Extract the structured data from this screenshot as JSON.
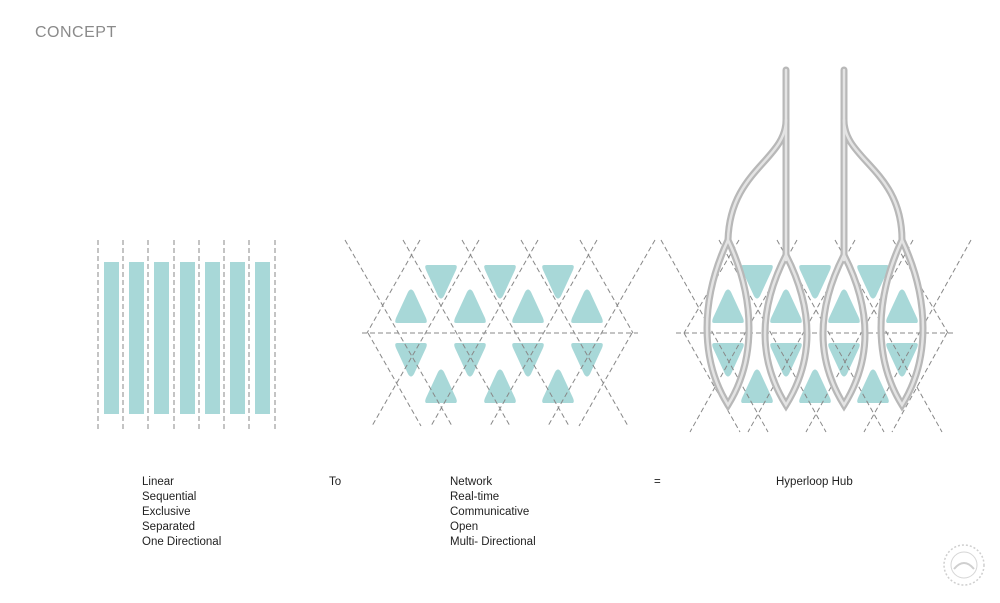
{
  "title": "CONCEPT",
  "fill_color": "#a8d8d8",
  "line_color": "#888888",
  "tube_color": "#c4c4c4",
  "labels": {
    "linear": [
      "Linear",
      "Sequential",
      "Exclusive",
      "Separated",
      "One Directional"
    ],
    "to": "To",
    "network": [
      "Network",
      "Real-time",
      "Communicative",
      "Open",
      "Multi- Directional"
    ],
    "equals": "=",
    "hub": "Hyperloop Hub"
  }
}
